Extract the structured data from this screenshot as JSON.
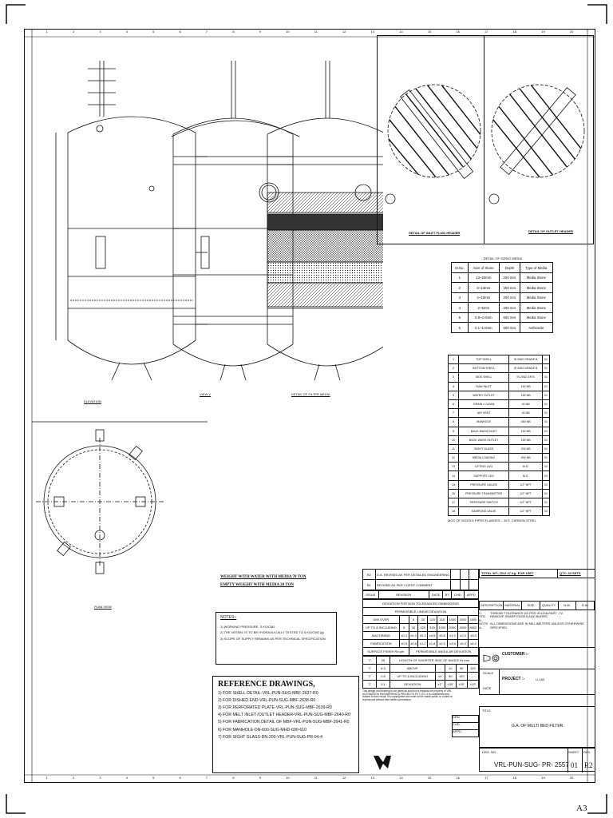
{
  "sheet": {
    "size_label": "A3",
    "column_numbers": [
      "1",
      "2",
      "3",
      "4",
      "5",
      "6",
      "7",
      "8",
      "9",
      "10",
      "11",
      "12",
      "13",
      "14",
      "15",
      "16",
      "17",
      "18",
      "19",
      "20"
    ]
  },
  "views": {
    "elevation": "ELEVATION",
    "view_yy": "VIEW-Y",
    "detail_filter_media": "DETAIL OF FILTER MEDIA",
    "plan_view": "PLAN VIEW",
    "detail_inlet_header": "DETAIL OF INLET FLUID HEADER",
    "detail_outlet_header": "DETAIL OF OUTLET HEADER"
  },
  "media_table": {
    "title": "DETAIL OF SIZING MEDIA",
    "headers": [
      "Sr.No.",
      "Size of Stone",
      "Depth",
      "Type of Media"
    ],
    "rows": [
      [
        "1",
        "13~20mm",
        "200 mm",
        "Media Stone"
      ],
      [
        "2",
        "6~13mm",
        "200 mm",
        "Media Stone"
      ],
      [
        "3",
        "4~10mm",
        "200 mm",
        "Media Stone"
      ],
      [
        "4",
        "2~5mm",
        "200 mm",
        "Media Stone"
      ],
      [
        "5",
        "0.8~2.0mm",
        "500 mm",
        "Media Stone"
      ],
      [
        "6",
        "0.1~1.0mm",
        "500 mm",
        "Anthracite"
      ]
    ]
  },
  "nozzle_table": {
    "rows": [
      [
        "1",
        "TOP SHELL",
        "IS 2062 GRADE B",
        "01"
      ],
      [
        "2",
        "BOTTOM SHELL",
        "IS 2062 GRADE B",
        "01"
      ],
      [
        "3",
        "SIDE SHELL",
        "IS 2062 GR B",
        "01"
      ],
      [
        "4",
        "RAW INLET",
        "150 NB",
        "01"
      ],
      [
        "5",
        "WATER OUTLET",
        "150 NB",
        "01"
      ],
      [
        "6",
        "DRAIN / CLEAN",
        "40 NB",
        "01"
      ],
      [
        "7",
        "AIR VENT",
        "40 NB",
        "01"
      ],
      [
        "8",
        "MANHOLE",
        "450 NB",
        "01"
      ],
      [
        "9",
        "BACK WASH INLET",
        "150 NB",
        "01"
      ],
      [
        "10",
        "BACK WASH OUTLET",
        "150 NB",
        "01"
      ],
      [
        "11",
        "SIGHT GLASS",
        "200 NB",
        "01"
      ],
      [
        "12",
        "MEDIA LOADING",
        "400 NB",
        "01"
      ],
      [
        "13",
        "LIFTING LUG",
        "M.S.",
        "04"
      ],
      [
        "14",
        "SUPPORT LEG",
        "M.S.",
        "04"
      ],
      [
        "15",
        "PRESSURE GAUGE",
        "1/2\" NPT",
        "02"
      ],
      [
        "16",
        "PRESSURE TRANSMITTER",
        "1/2\" NPT",
        "01"
      ],
      [
        "17",
        "PRESSURE SWITCH",
        "1/2\" NPT",
        "01"
      ],
      [
        "18",
        "SAMPLING VALVE",
        "1/2\" NPT",
        "02"
      ]
    ],
    "note": "MOC OF NOZZLE PIPES FLANGES -- M.S. CARBON STEEL"
  },
  "weights": {
    "line1": "WEIGHT WITH WATER WITH MEDIA 70 TON",
    "line2": "EMPTY WEIGHT WITH MEDIA 20 TON"
  },
  "notes": {
    "heading": "NOTES:-",
    "items": [
      "1) WORKING PRESSURE- 3 KG/CM2",
      "2) THE VESSEL IS TO BE HYDRAULICALLY TESTED TO 5 KG/CM2 (g)",
      "3) SCOPE OF SUPPLY REMAINS AS PER TECHNICAL SPECIFICATION"
    ]
  },
  "reference": {
    "heading": "REFERENCE DRAWINGS,",
    "items": [
      "1) FOR SHELL DETAIL-VRL-PUN-SUG-MBF-2637-R0",
      "2) FOR DISHED END-VRL-PUN-SUG-MBF-2638-R0",
      "3) FOR PERFORATED PLATE-VRL-PUN-SUG-MBF-2639-R0",
      "4) FOR MELT INLET /OUTLET HEADER-VRL-PUN-SUG-MBF-2640-R0",
      "5) FOR FABRICATION DETAIL OF MBF-VRL-PUN-SUG-MBF-2641-R0",
      "6) FOR MANHOLE-DN-600-SUG-MHD-600-610",
      "7) FOR SIGHT GLASS-DN-200-VRL-PUN-SUG-PR-04-4"
    ]
  },
  "revisions": {
    "rows": [
      [
        "R2",
        "G.A. REVISED AS PER DETAILED ENGINEERING",
        "",
        "",
        ""
      ],
      [
        "R1",
        "REVISED AS PER CLIENT COMMENT",
        "",
        "",
        ""
      ]
    ],
    "headers": [
      "ISSUE",
      "REVISION",
      "DATE",
      "BY",
      "CHD",
      "APPD"
    ]
  },
  "tolerances": {
    "linear_title": "DEVIATION FOR NON TOLERANCED DIMENSIONS",
    "linear_sub": "PERMISSIBLE LINEAR DEVIATION",
    "dim_row": [
      "DIM OVER",
      "-",
      "6",
      "30",
      "120",
      "315",
      "1000",
      "2000",
      "4000"
    ],
    "upto_row": [
      "UP TO & INCLUDING",
      "6",
      "30",
      "120",
      "315",
      "1000",
      "2000",
      "4000",
      "8000"
    ],
    "machining": [
      "MACHINING",
      "±0.1",
      "±0.2",
      "±0.3",
      "±0.5",
      "±0.8",
      "±1.2",
      "±2.0",
      "±3.0"
    ],
    "fabrication": [
      "FABRICATION",
      "±0.5",
      "±0.8",
      "±1.2",
      "±1.8",
      "±2.5",
      "±3.5",
      "±5.0",
      "±8.0"
    ],
    "surface_title": "SURFACE FINISH Ra μm",
    "angular_title": "PERMISSIBLE ANGULAR DEVIATION",
    "angular_sub": "LENGTH OF SHORTER SIDE OF ANGLE IN mm",
    "surface_values": [
      "25",
      "6.3",
      "0.8",
      "0.1"
    ],
    "angular_rows": [
      [
        "ABOVE",
        "-",
        "10",
        "50",
        "120"
      ],
      [
        "UP TO & INCLUDING",
        "10",
        "50",
        "120",
        "-"
      ],
      [
        "DEVIATION",
        "±1°",
        "±30'",
        "±20'",
        "±10'"
      ]
    ]
  },
  "weight_box": {
    "total": "TOTAL WT:-7912.47 Kg- FOR 1SET",
    "qty": "QTY:-02 SETS"
  },
  "material_header": [
    "DESCRIPTION",
    "MATERIAL",
    "SIZE",
    "QUALITY",
    "N.W.",
    "R.W."
  ],
  "general_notes": {
    "labels": [
      "C-",
      "STD. B-",
      "NOTE A-"
    ],
    "lines": [
      "THREAD TOLERANCE AS PER IS:4218,PART - IV.",
      "REMOVE SHARP EDGES AND BURRS.",
      "ALL DIMENSIONS ARE IN MILLIMETERS UNLESS OTHERWISE SPECIFIED."
    ]
  },
  "title_block": {
    "customer_label": "CUSTOMER :-",
    "scale_label": "SCALE",
    "date_label": "DATE",
    "project_label": "PROJECT :-",
    "project_value": "U-183",
    "title_label": "TITLE",
    "title_value": "G.A. OF MULTI BED FILTER.",
    "drn_label": "DRN.",
    "chd_label": "CHD.",
    "appd_label": "APPD.",
    "dwg_no_label": "DRG. NO.",
    "dwg_no_value": "VRL-PUN-SUG- PR- 2557",
    "sheet_label": "SHEET",
    "sheet_value": "01",
    "rev_label": "REV.",
    "rev_value": "R2",
    "confidential": "This design and drawing is not given as sold but is remains the property of VRL AUTOMATION ENGINEERING & PROJECTS PVT LTD. It is confidential and subject to their recall; it is copyrighted and must not be made public or copied or reproduced without their written permission."
  }
}
